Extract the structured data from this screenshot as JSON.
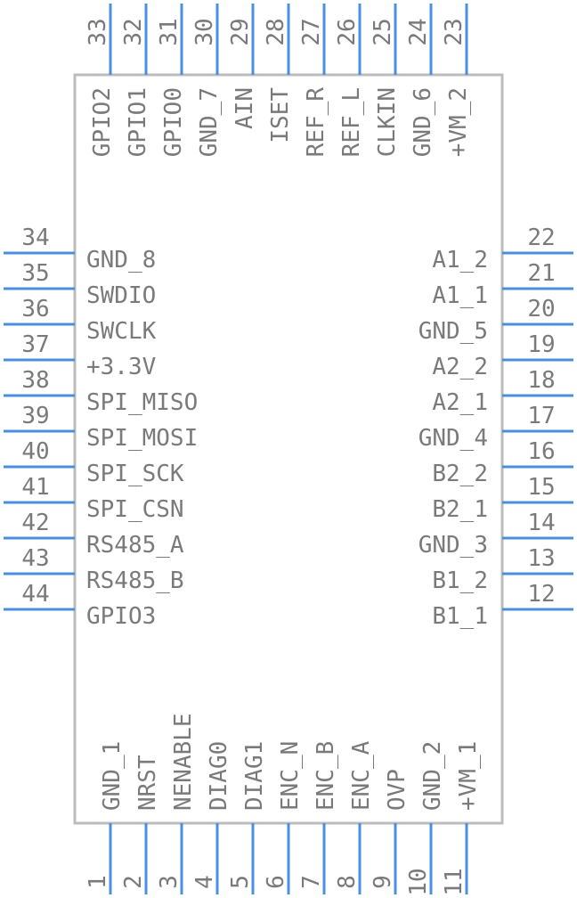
{
  "pins": {
    "bottom": [
      {
        "num": "1",
        "label": "GND_1"
      },
      {
        "num": "2",
        "label": "NRST"
      },
      {
        "num": "3",
        "label": "NENABLE"
      },
      {
        "num": "4",
        "label": "DIAG0"
      },
      {
        "num": "5",
        "label": "DIAG1"
      },
      {
        "num": "6",
        "label": "ENC_N"
      },
      {
        "num": "7",
        "label": "ENC_B"
      },
      {
        "num": "8",
        "label": "ENC_A"
      },
      {
        "num": "9",
        "label": "OVP"
      },
      {
        "num": "10",
        "label": "GND_2"
      },
      {
        "num": "11",
        "label": "+VM_1"
      }
    ],
    "right": [
      {
        "num": "12",
        "label": "B1_1"
      },
      {
        "num": "13",
        "label": "B1_2"
      },
      {
        "num": "14",
        "label": "GND_3"
      },
      {
        "num": "15",
        "label": "B2_1"
      },
      {
        "num": "16",
        "label": "B2_2"
      },
      {
        "num": "17",
        "label": "GND_4"
      },
      {
        "num": "18",
        "label": "A2_1"
      },
      {
        "num": "19",
        "label": "A2_2"
      },
      {
        "num": "20",
        "label": "GND_5"
      },
      {
        "num": "21",
        "label": "A1_1"
      },
      {
        "num": "22",
        "label": "A1_2"
      }
    ],
    "top": [
      {
        "num": "23",
        "label": "+VM_2"
      },
      {
        "num": "24",
        "label": "GND_6"
      },
      {
        "num": "25",
        "label": "CLKIN"
      },
      {
        "num": "26",
        "label": "REF_L"
      },
      {
        "num": "27",
        "label": "REF_R"
      },
      {
        "num": "28",
        "label": "ISET"
      },
      {
        "num": "29",
        "label": "AIN"
      },
      {
        "num": "30",
        "label": "GND_7"
      },
      {
        "num": "31",
        "label": "GPIO0"
      },
      {
        "num": "32",
        "label": "GPIO1"
      },
      {
        "num": "33",
        "label": "GPIO2"
      }
    ],
    "left": [
      {
        "num": "34",
        "label": "GND_8"
      },
      {
        "num": "35",
        "label": "SWDIO"
      },
      {
        "num": "36",
        "label": "SWCLK"
      },
      {
        "num": "37",
        "label": "+3.3V"
      },
      {
        "num": "38",
        "label": "SPI_MISO"
      },
      {
        "num": "39",
        "label": "SPI_MOSI"
      },
      {
        "num": "40",
        "label": "SPI_SCK"
      },
      {
        "num": "41",
        "label": "SPI_CSN"
      },
      {
        "num": "42",
        "label": "RS485_A"
      },
      {
        "num": "43",
        "label": "RS485_B"
      },
      {
        "num": "44",
        "label": "GPIO3"
      }
    ]
  },
  "colors": {
    "pin": "#4a8fde",
    "body": "#bcbcbc",
    "text": "#7a7a7a"
  }
}
